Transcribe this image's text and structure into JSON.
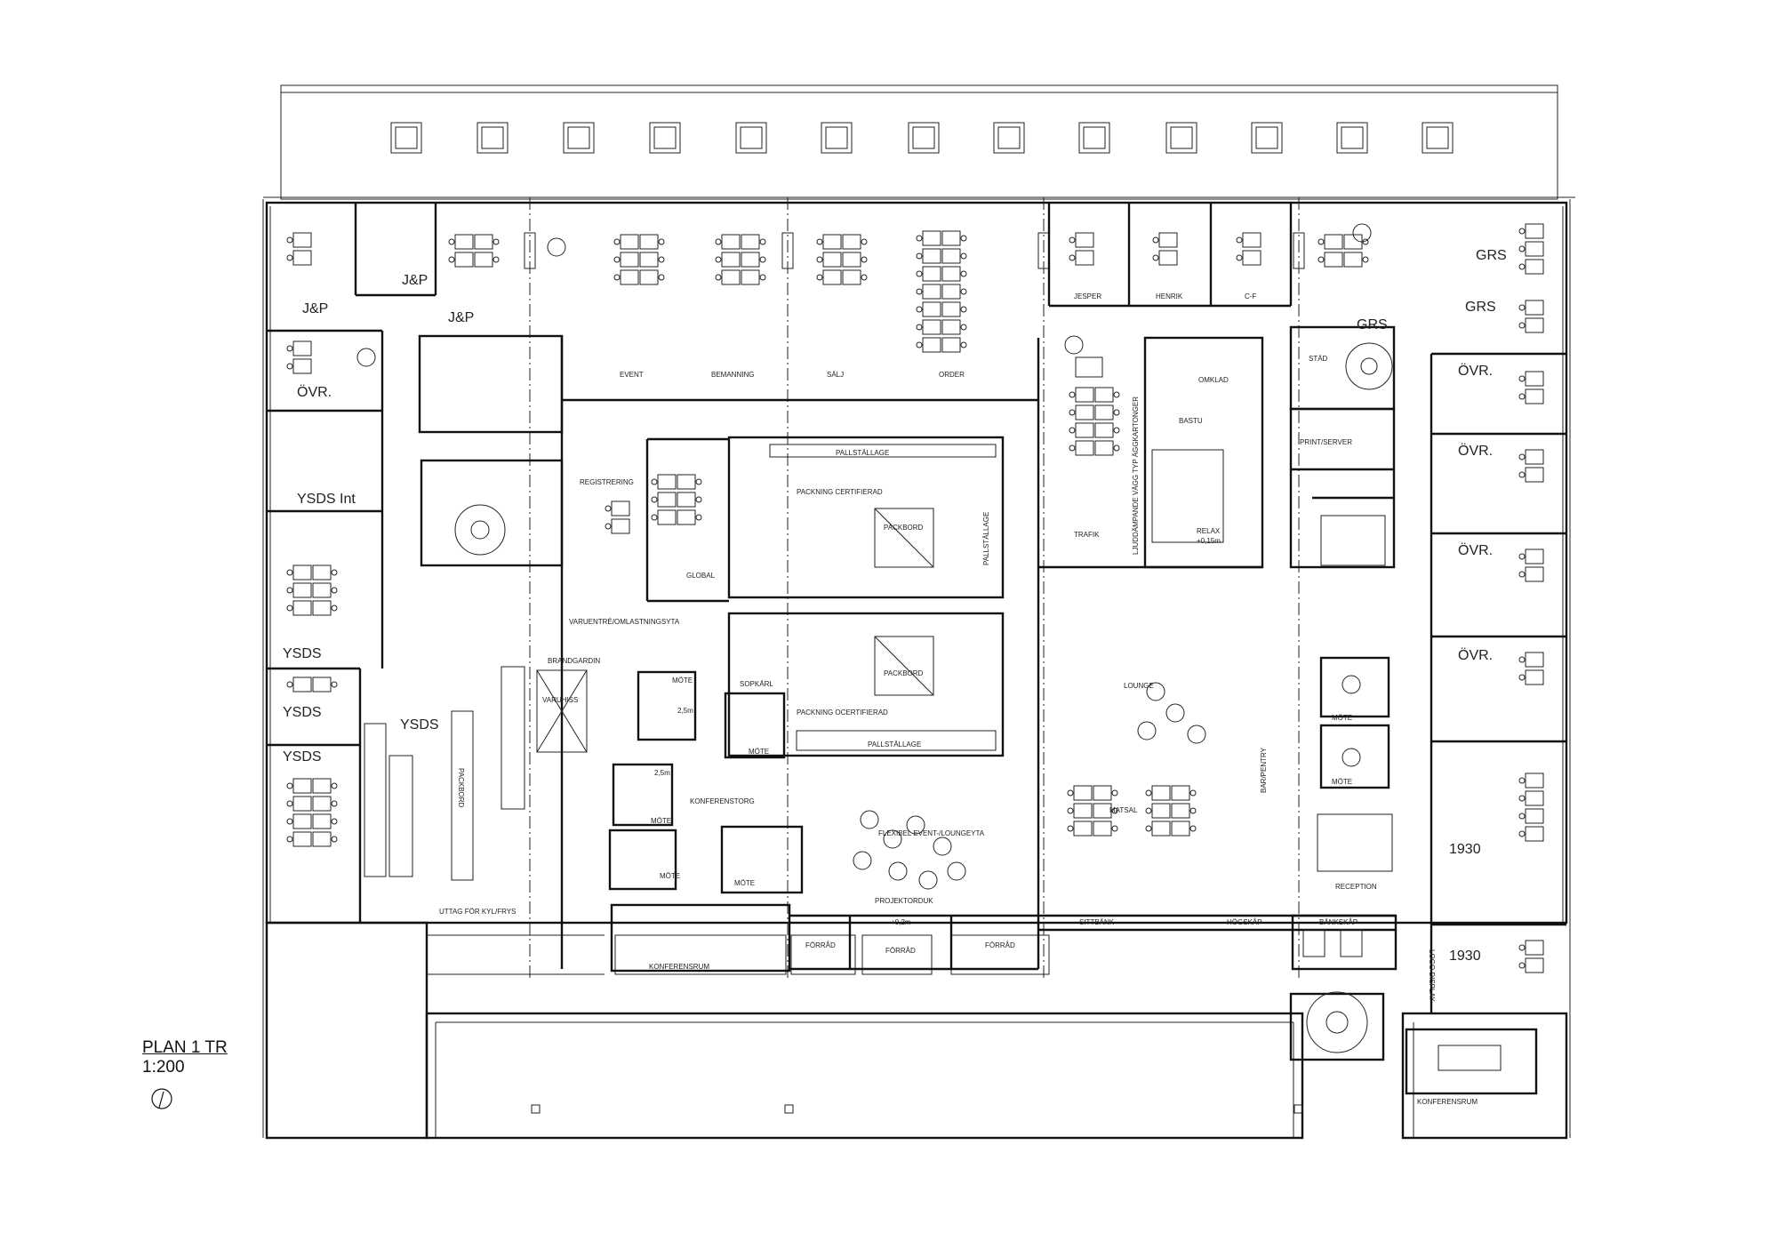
{
  "plan": {
    "title": "PLAN 1 TR",
    "scale": "1:200"
  },
  "zones": {
    "jp_top": "J&P",
    "jp_left": "J&P",
    "jp_wc": "J&P",
    "ovr_left": "ÖVR.",
    "ysds_int": "YSDS Int",
    "ysds_1": "YSDS",
    "ysds_2": "YSDS",
    "ysds_3": "YSDS",
    "ysds_main": "YSDS",
    "grs_1": "GRS",
    "grs_2": "GRS",
    "grs_3": "GRS",
    "ovr_r1": "ÖVR.",
    "ovr_r2": "ÖVR.",
    "ovr_r3": "ÖVR.",
    "ovr_r4": "ÖVR.",
    "n1930_1": "1930",
    "n1930_2": "1930"
  },
  "labels": {
    "event": "EVENT",
    "bemanning": "BEMANNING",
    "salj": "SÄLJ",
    "order": "ORDER",
    "jesper": "JESPER",
    "henrik": "HENRIK",
    "cf": "C-F",
    "registrering": "REGISTRERING",
    "global": "GLOBAL",
    "pallstallage_1": "PALLSTÄLLAGE",
    "pallstallage_2": "PALLSTÄLLAGE",
    "pallstallage_3": "PALLSTÄLLAGE",
    "packning_cert": "PACKNING CERTIFIERAD",
    "packning_ocert": "PACKNING OCERTIFIERAD",
    "packbord_1": "PACKBORD",
    "packbord_2": "PACKBORD",
    "packbord_3": "PACKBORD",
    "varuentre": "VARUENTRÉ/OMLASTNINGSYTA",
    "brandgardin": "BRANDGARDIN",
    "varuhiss": "VARUHISS",
    "sopkarl": "SOPKÄRL",
    "mote_1": "MÖTE",
    "mote_2": "MÖTE",
    "mote_3": "MÖTE",
    "mote_4": "MÖTE",
    "mote_5": "MÖTE",
    "mote_6": "MÖTE",
    "mote_7": "MÖTE",
    "konferenstorg": "KONFERENSTORG",
    "flexibel": "FLEXIBEL EVENT-/LOUNGEYTA",
    "projektorduk": "PROJEKTORDUK",
    "level_02": "+0,2m",
    "forrad_1": "FÖRRÅD",
    "forrad_2": "FÖRRÅD",
    "forrad_3": "FÖRRÅD",
    "konferensrum_1": "KONFERENSRUM",
    "konferensrum_2": "KONFERENSRUM",
    "uttag": "UTTAG FÖR KYL/FRYS",
    "trafik": "TRAFIK",
    "ljuddampande": "LJUDDÄMPANDE VÄGG TYP ÄGGKARTONGER",
    "omklad": "OMKLAD",
    "bastu": "BASTU",
    "relax": "RELAX",
    "level_015": "+0,15m",
    "stad": "STÄD",
    "print_server": "PRINT/SERVER",
    "lounge": "LOUNGE",
    "matsal": "MATSAL",
    "barpentry": "BAR/PENTRY",
    "sittbank": "SITTBÄNK",
    "hogskap": "HÖGSKÅP",
    "bankskap": "BÄNKSKÅP",
    "reception": "RECEPTION",
    "logo_display": "LOGO DISPLAY",
    "level_25a": "2,5m",
    "level_25b": "2,5m"
  }
}
